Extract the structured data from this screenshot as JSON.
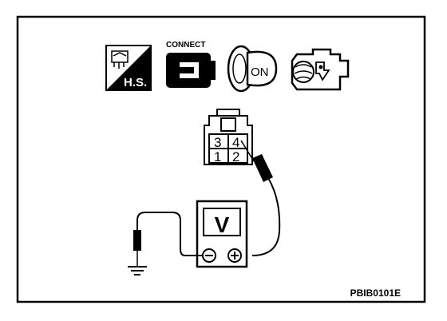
{
  "icons": {
    "hs_label": "H.S.",
    "connect_label": "CONNECT",
    "ignition_label": "ON"
  },
  "connector": {
    "pins": [
      "3",
      "4",
      "1",
      "2"
    ]
  },
  "voltmeter": {
    "label": "V"
  },
  "figure_code": "PBIB0101E"
}
